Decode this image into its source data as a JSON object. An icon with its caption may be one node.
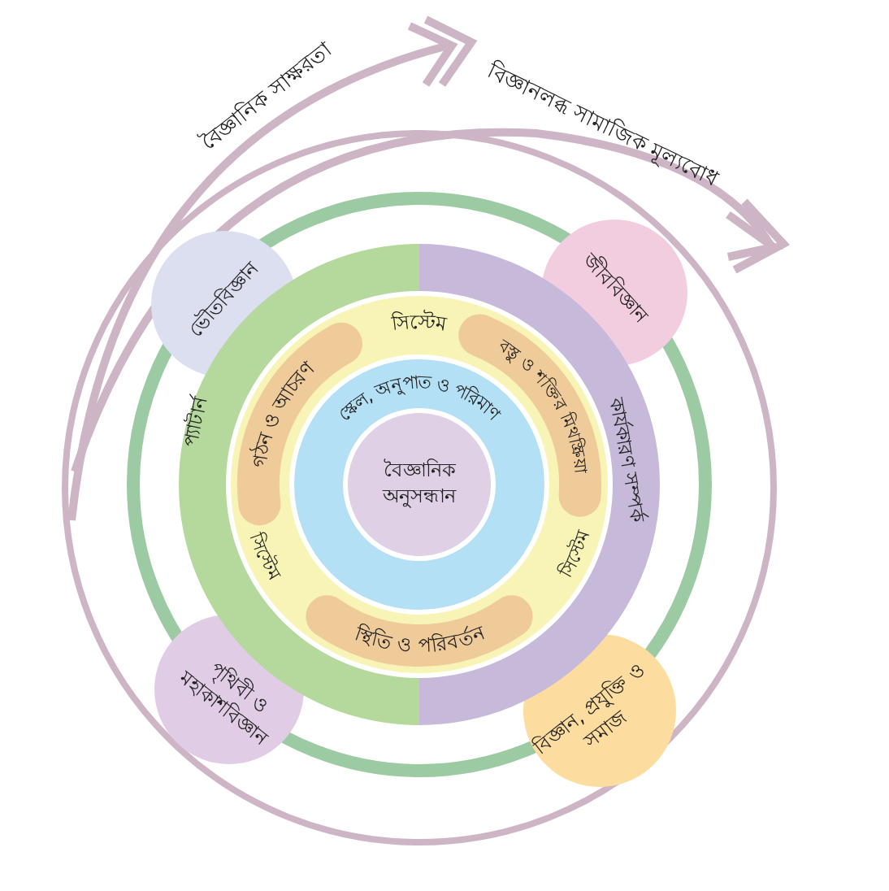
{
  "diagram": {
    "nodes": [
      {
        "text": [
          "ভৌতবিজ্ঞান"
        ]
      },
      {
        "text": [
          "জীববিজ্ঞান"
        ]
      },
      {
        "text": [
          "প্যাটার্ন"
        ]
      },
      {
        "text": [
          "কার্যকারণ সম্পর্ক"
        ]
      },
      {
        "text": [
          "সিস্টেম",
          "সিস্টেম",
          "সিস্টেম"
        ]
      },
      {
        "text": [
          "গঠন ও আচরণ"
        ],
        "in": 4
      },
      {
        "text": [
          "বস্তু ও শক্তির মিথস্ক্রিয়া"
        ],
        "in": 4
      },
      {
        "text": [
          "স্কেল, অনুপাত ও পরিমাণ"
        ],
        "in": 4
      },
      {
        "text": [
          "বৈজ্ঞানিক অনুসন্ধান"
        ],
        "in": 7
      },
      {
        "text": [
          "স্থিতি ও পরিবর্তন"
        ],
        "in": 4
      },
      {
        "text": [
          "পৃথিবী ও মহাকাশবিজ্ঞান"
        ]
      },
      {
        "text": [
          "বিজ্ঞান, প্রযুক্তি ও সমাজ"
        ]
      }
    ],
    "labels": [
      "বৈজ্ঞানিক সাক্ষরতা",
      "বিজ্ঞানলব্ধ সামাজিক মূল্যবোধ"
    ]
  }
}
